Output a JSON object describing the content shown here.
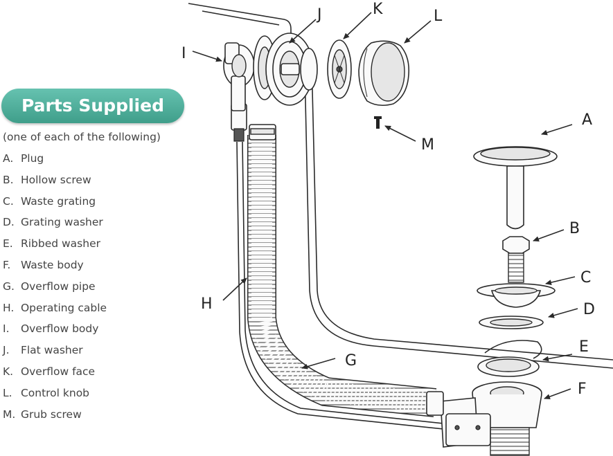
{
  "header": {
    "title": "Parts Supplied"
  },
  "subtitle": "(one of each of the following)",
  "parts": [
    {
      "code": "A.",
      "name": "Plug"
    },
    {
      "code": "B.",
      "name": "Hollow screw"
    },
    {
      "code": "C.",
      "name": "Waste grating"
    },
    {
      "code": "D.",
      "name": "Grating washer"
    },
    {
      "code": "E.",
      "name": "Ribbed washer"
    },
    {
      "code": "F.",
      "name": "Waste body"
    },
    {
      "code": "G.",
      "name": "Overflow pipe"
    },
    {
      "code": "H.",
      "name": "Operating cable"
    },
    {
      "code": "I.",
      "name": "Overflow body"
    },
    {
      "code": "J.",
      "name": "Flat washer"
    },
    {
      "code": "K.",
      "name": "Overflow face"
    },
    {
      "code": "L.",
      "name": "Control knob"
    },
    {
      "code": "M.",
      "name": "Grub screw"
    }
  ],
  "callouts": {
    "A": "A",
    "B": "B",
    "C": "C",
    "D": "D",
    "E": "E",
    "F": "F",
    "G": "G",
    "H": "H",
    "I": "I",
    "J": "J",
    "K": "K",
    "L": "L",
    "M": "M"
  },
  "colors": {
    "badge": "#4fae9a",
    "badge_text": "#ffffff",
    "line": "#2a2a2a"
  }
}
